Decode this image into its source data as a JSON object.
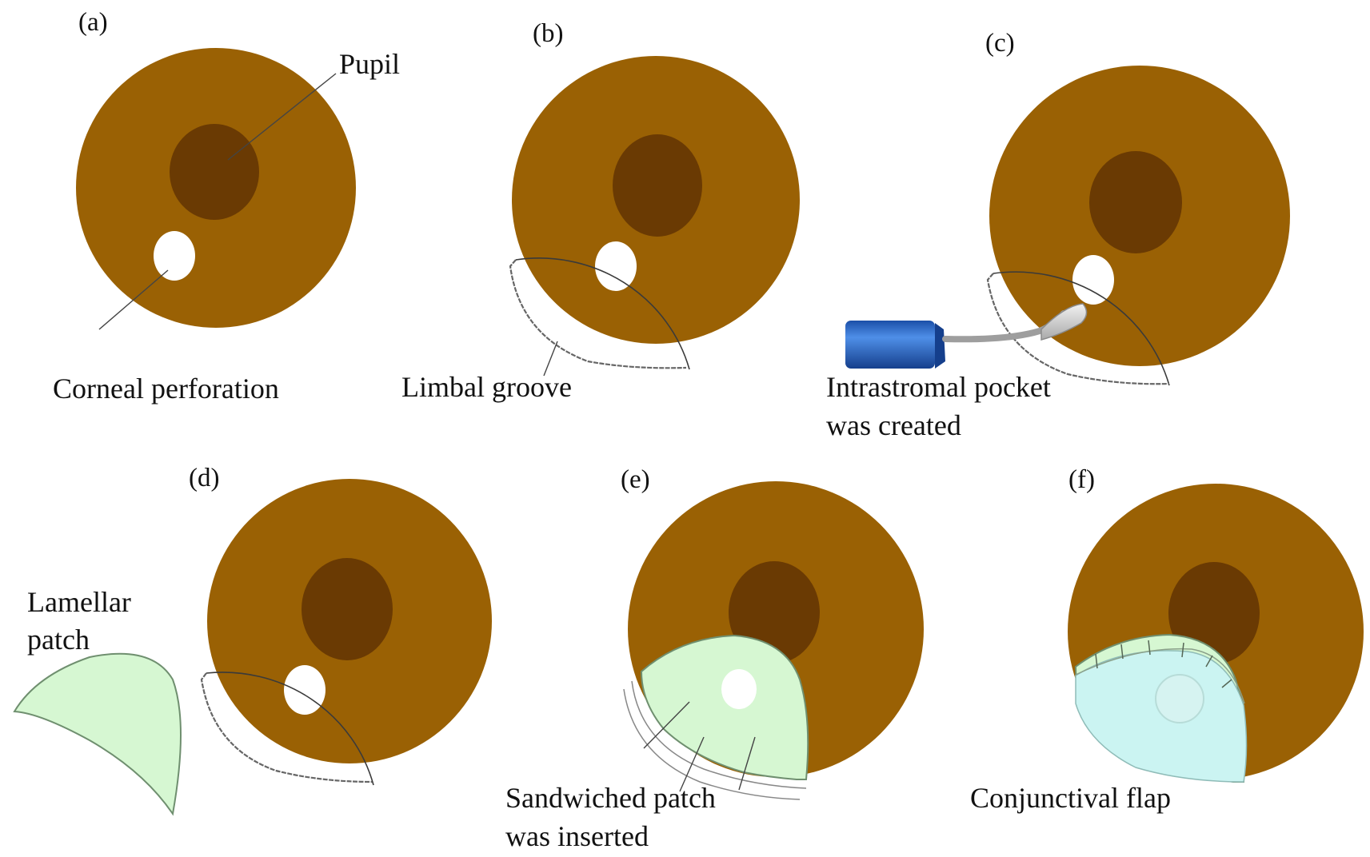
{
  "colors": {
    "cornea": "#9a6104",
    "pupil": "#6a3a03",
    "perforation": "#ffffff",
    "patch_green": "#d6f7d2",
    "flap_cyan": "#cbf4f2",
    "line": "#555555",
    "instrument_blue": "#2f6fd0"
  },
  "panels": [
    {
      "id": "a",
      "label": "(a)"
    },
    {
      "id": "b",
      "label": "(b)"
    },
    {
      "id": "c",
      "label": "(c)"
    },
    {
      "id": "d",
      "label": "(d)"
    },
    {
      "id": "e",
      "label": "(e)"
    },
    {
      "id": "f",
      "label": "(f)"
    }
  ],
  "annotations": {
    "pupil": "Pupil",
    "corneal_perforation": "Corneal perforation",
    "limbal_groove": "Limbal groove",
    "intrastromal_pocket_line1": "Intrastromal pocket",
    "intrastromal_pocket_line2": "was created",
    "lamellar_patch_line1": "Lamellar",
    "lamellar_patch_line2": "patch",
    "sandwiched_patch_line1": "Sandwiched patch",
    "sandwiched_patch_line2": "was inserted",
    "conjunctival_flap": "Conjunctival flap"
  }
}
